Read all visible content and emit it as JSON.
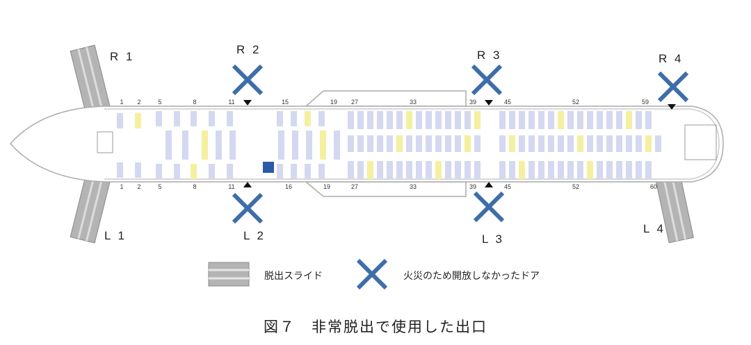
{
  "doors": {
    "R1": "R 1",
    "R2": "R 2",
    "R3": "R 3",
    "R4": "R 4",
    "L1": "L 1",
    "L2": "L 2",
    "L3": "L 3",
    "L4": "L 4"
  },
  "row_numbers_top": [
    "1",
    "2",
    "5",
    "8",
    "11",
    "15",
    "19",
    "27",
    "33",
    "39",
    "45",
    "52",
    "59"
  ],
  "row_numbers_bottom": [
    "1",
    "2",
    "5",
    "8",
    "11",
    "16",
    "19",
    "27",
    "33",
    "39",
    "45",
    "52",
    "60"
  ],
  "legend": {
    "slide": "脱出スライド",
    "closed_door": "火災のため開放しなかったドア"
  },
  "caption": "図７　非常脱出で使用した出口",
  "colors": {
    "cross": "#3d6eaa",
    "slide": "#b4b4b4",
    "seat": "#d4d8f0",
    "seat_highlight": "#f4f0a0"
  }
}
